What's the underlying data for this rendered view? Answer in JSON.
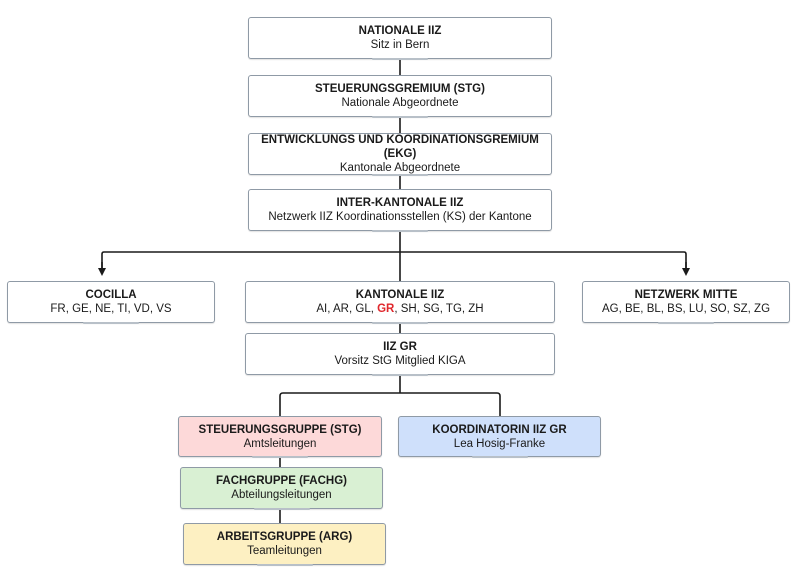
{
  "nodes": {
    "nationale": {
      "title": "NATIONALE IIZ",
      "sub": "Sitz in Bern"
    },
    "stg": {
      "title": "STEUERUNGSGREMIUM (STG)",
      "sub": "Nationale Abgeordnete"
    },
    "ekg": {
      "title": "ENTWICKLUNGS UND KOORDINATIONSGREMIUM (EKG)",
      "sub": "Kantonale Abgeordnete"
    },
    "interkantonale": {
      "title": "INTER-KANTONALE IIZ",
      "sub": "Netzwerk IIZ Koordinationsstellen (KS) der Kantone"
    },
    "cocilla": {
      "title": "COCILLA",
      "sub": "FR, GE, NE, TI, VD, VS"
    },
    "kantonale": {
      "title": "KANTONALE IIZ",
      "sub_before": "AI, AR, GL, ",
      "sub_highlight": "GR",
      "sub_after": ", SH, SG, TG, ZH"
    },
    "netzwerk_mitte": {
      "title": "NETZWERK MITTE",
      "sub": "AG, BE, BL, BS, LU, SO, SZ, ZG"
    },
    "iiz_gr": {
      "title": "IIZ GR",
      "sub": "Vorsitz StG Mitglied KIGA"
    },
    "steuerungsgruppe": {
      "title": "STEUERUNGSGRUPPE (STG)",
      "sub": "Amtsleitungen"
    },
    "koordinatorin": {
      "title": "KOORDINATORIN IIZ GR",
      "sub": "Lea Hosig-Franke"
    },
    "fachgruppe": {
      "title": "FACHGRUPPE (FACHG)",
      "sub": "Abteilungsleitungen"
    },
    "arbeitsgruppe": {
      "title": "ARBEITSGRUPPE (ARG)",
      "sub": "Teamleitungen"
    }
  },
  "colors": {
    "highlight_text": "#e0282d",
    "steuerungsgruppe_fill": "#fdd9d9",
    "koordinatorin_fill": "#cfe0fb",
    "fachgruppe_fill": "#d9f0d3",
    "arbeitsgruppe_fill": "#fdf0c2",
    "connector": "#1a1a1a"
  }
}
